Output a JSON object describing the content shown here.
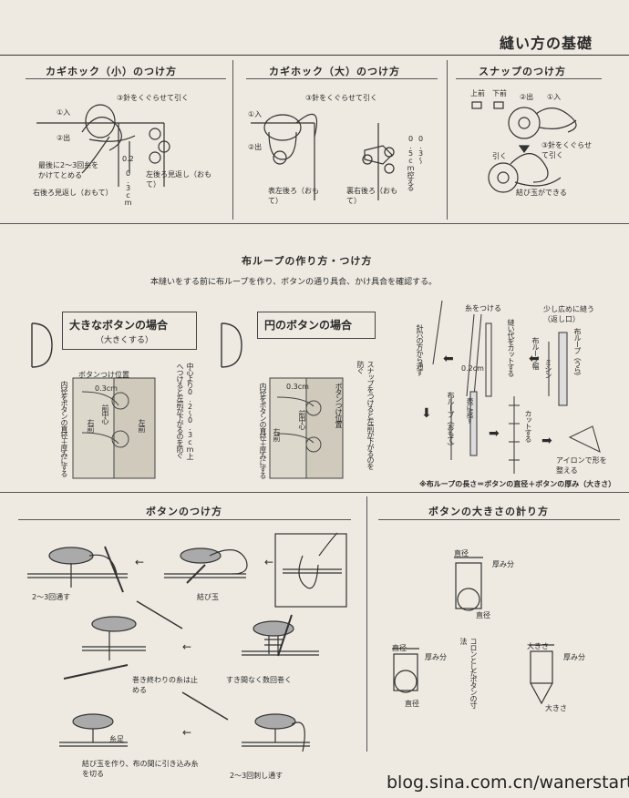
{
  "page": {
    "title": "縫い方の基礎",
    "watermark": "blog.sina.com.cn/wanerstart"
  },
  "hook_small": {
    "title": "カギホック（小）のつけ方",
    "labels": [
      "①入",
      "③針をくぐらせて引く",
      "②出",
      "最後に2〜3回糸をかけてとめる",
      "0.2",
      "0.3cm",
      "右後ろ見返し（おもて）",
      "左後ろ見返し（おもて）"
    ]
  },
  "hook_large": {
    "title": "カギホック（大）のつけ方",
    "labels": [
      "①入",
      "③針をくぐらせて引く",
      "②出",
      "0.3〜0.5cm控える",
      "表左後ろ（おもて）",
      "裏右後ろ（おもて）"
    ]
  },
  "snap": {
    "title": "スナップのつけ方",
    "labels": [
      "上前",
      "下前",
      "②出",
      "①入",
      "引く",
      "③針をくぐらせて引く",
      "結び玉ができる"
    ]
  },
  "loop": {
    "title": "布ループの作り方・つけ方",
    "subtitle": "本縫いをする前に布ループを作り、ボタンの通り具合、かけ具合を確認する。",
    "big_title": "大きなボタンの場合",
    "big_sub": "（大きくする）",
    "big_labels": [
      "ボタンつけ位置",
      "0.3cm",
      "中心より0.2〜0.3cm上へつけると左前が下がるのを防ぐ",
      "内径をボタンの直径＋厚みにする",
      "右前",
      "前中心",
      "左前"
    ],
    "round_title": "円のボタンの場合",
    "round_labels": [
      "0.3cm",
      "スナップをつけると左前が下がるのを防ぐ",
      "ボタンつけ位置",
      "内径をボタンの直径＋厚みにする",
      "右前",
      "前中心"
    ],
    "make_labels": [
      "糸をつける",
      "縫い代をカットする",
      "少し広めに縫う（返し口）",
      "布ループ（うら）",
      "ミシン",
      "針穴の方から通す",
      "0.2cm",
      "布ループ（おもて）",
      "表に返す",
      "カットする",
      "アイロンで形を整える",
      "布ループ幅"
    ],
    "note": "※布ループの長さ＝ボタンの直径＋ボタンの厚み（大きさ）"
  },
  "button": {
    "title": "ボタンのつけ方",
    "labels": [
      "2〜3回通す",
      "結び玉",
      "巻き終わりの糸は止める",
      "すき間なく数回巻く",
      "糸足",
      "結び玉を作り、布の間に引き込み糸を切る",
      "2〜3回刺し通す"
    ]
  },
  "measure": {
    "title": "ボタンの大きさの計り方",
    "labels": [
      "直径",
      "厚み分",
      "直径",
      "直径",
      "厚み分",
      "コロンとしたボタンの寸法",
      "直径",
      "大きさ",
      "厚み分",
      "大きさ"
    ]
  }
}
